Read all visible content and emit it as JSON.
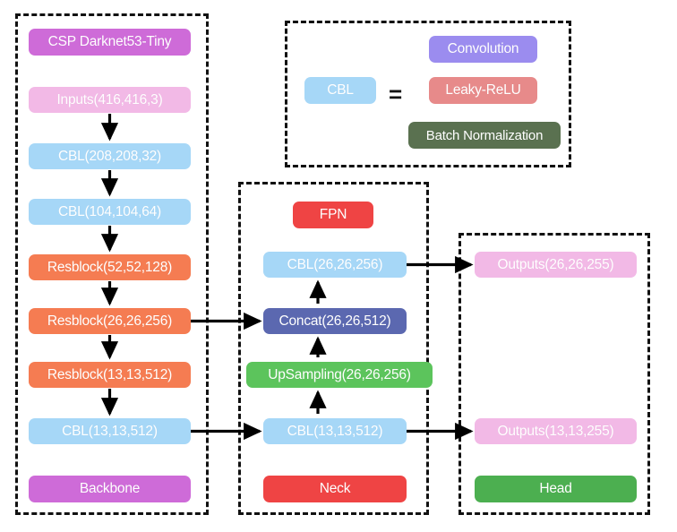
{
  "figure": {
    "title": "CSP Darknet53-Tiny YOLO architecture diagram",
    "colors": {
      "orchid": "#CE6BD8",
      "pink": "#F2B9E6",
      "light_blue": "#A6D7F7",
      "orange": "#F57C52",
      "slate_blue": "#5B68B0",
      "green_up": "#5CC45C",
      "red": "#EF4444",
      "green_head": "#4CAF50",
      "purple_conv": "#9B8CEF",
      "salmon_relu": "#E78A8A",
      "olive_bn": "#5A7150",
      "dash_border": "#111111",
      "arrow": "#000000",
      "background": "#FFFFFF"
    }
  },
  "backbone": {
    "group_label": "Backbone",
    "title": "CSP Darknet53-Tiny",
    "nodes": [
      {
        "label": "Inputs(416,416,3)",
        "color": "#F2B9E6"
      },
      {
        "label": "CBL(208,208,32)",
        "color": "#A6D7F7"
      },
      {
        "label": "CBL(104,104,64)",
        "color": "#A6D7F7"
      },
      {
        "label": "Resblock(52,52,128)",
        "color": "#F57C52"
      },
      {
        "label": "Resblock(26,26,256)",
        "color": "#F57C52"
      },
      {
        "label": "Resblock(13,13,512)",
        "color": "#F57C52"
      },
      {
        "label": "CBL(13,13,512)",
        "color": "#A6D7F7"
      }
    ]
  },
  "legend": {
    "cbl_label": "CBL",
    "equals": "=",
    "items": [
      {
        "label": "Convolution",
        "color": "#9B8CEF"
      },
      {
        "label": "Leaky-ReLU",
        "color": "#E78A8A"
      },
      {
        "label": "Batch Normalization",
        "color": "#5A7150"
      }
    ]
  },
  "neck": {
    "group_label": "Neck",
    "title": "FPN",
    "nodes": [
      {
        "label": "CBL(26,26,256)",
        "color": "#A6D7F7"
      },
      {
        "label": "Concat(26,26,512)",
        "color": "#5B68B0"
      },
      {
        "label": "UpSampling(26,26,256)",
        "color": "#5CC45C"
      },
      {
        "label": "CBL(13,13,512)",
        "color": "#A6D7F7"
      }
    ]
  },
  "head": {
    "group_label": "Head",
    "nodes": [
      {
        "label": "Outputs(26,26,255)",
        "color": "#F2B9E6"
      },
      {
        "label": "Outputs(13,13,255)",
        "color": "#F2B9E6"
      }
    ]
  }
}
